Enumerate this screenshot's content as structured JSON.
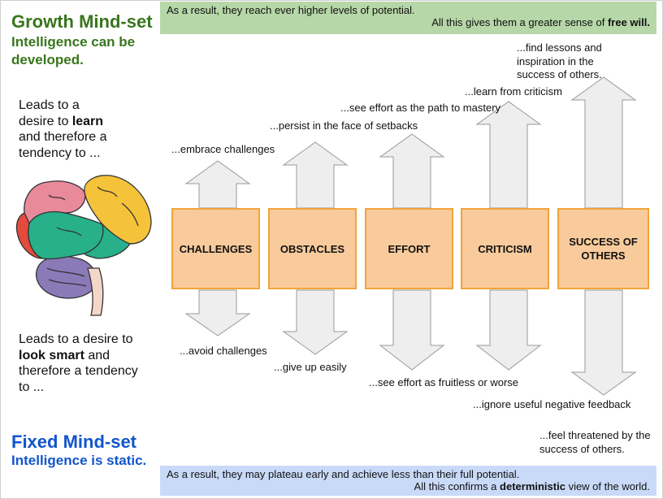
{
  "top_band": {
    "line1": "As a result, they reach ever higher levels of potential.",
    "line2_prefix": "All this gives them a greater sense of ",
    "line2_bold": "free will."
  },
  "bottom_band": {
    "line1": "As a result, they may plateau early and achieve less than their full potential.",
    "line2_prefix": "All this confirms a ",
    "line2_bold": "deterministic",
    "line2_suffix": " view of the world."
  },
  "growth": {
    "title": "Growth Mind-set",
    "subtitle_1": "Intelligence can be",
    "subtitle_2": "developed.",
    "para_1": "Leads to a",
    "para_2a": "desire to ",
    "para_2b": "learn",
    "para_3": "and therefore a",
    "para_4": "tendency to ..."
  },
  "fixed": {
    "title": "Fixed Mind-set",
    "subtitle": "Intelligence is static.",
    "para_1": "Leads to a desire to",
    "para_2a": "look smart",
    "para_2b": " and",
    "para_3": "therefore a tendency",
    "para_4": "to ..."
  },
  "boxes": [
    "CHALLENGES",
    "OBSTACLES",
    "EFFORT",
    "CRITICISM",
    "SUCCESS OF OTHERS"
  ],
  "growth_labels": [
    "...embrace challenges",
    "...persist in the face of setbacks",
    "...see effort as the path to mastery",
    "...learn from criticism",
    "...find lessons and inspiration in the success of others."
  ],
  "fixed_labels": [
    "...avoid challenges",
    "...give up easily",
    "...see effort as fruitless or worse",
    "...ignore useful negative feedback",
    "...feel threatened by the success of others."
  ],
  "colors": {
    "growth_green": "#38761d",
    "fixed_blue": "#1155cc",
    "top_band": "#b6d7a8",
    "bottom_band": "#c9daf8",
    "box_fill": "#f9cb9c",
    "box_border": "#f1a43a",
    "arrow_fill": "#eeeeee",
    "arrow_stroke": "#999999"
  },
  "icons": {
    "brain": "brain-illustration"
  }
}
